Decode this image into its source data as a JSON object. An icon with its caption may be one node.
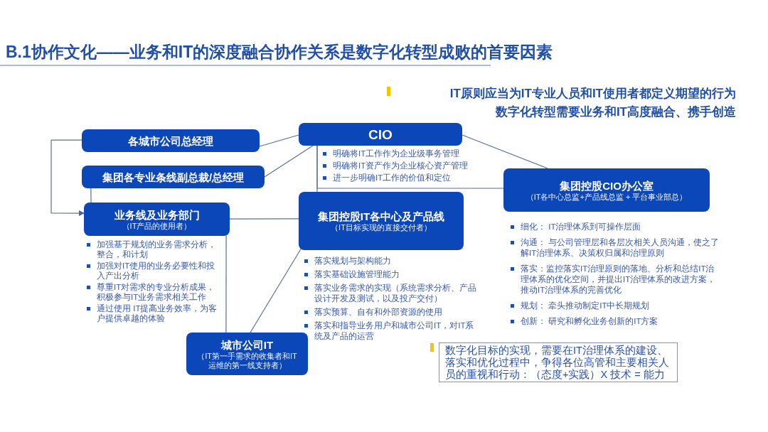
{
  "diagram": {
    "title": "B.1协作文化——业务和IT的深度融合协作关系是数字化转型成败的首要因素",
    "nodes": [
      {
        "text": [
          "各城市公司总经理"
        ]
      },
      {
        "text": [
          "CIO"
        ],
        "beside": [
          "明确将IT工作作为企业级事务管理",
          "明确将IT资产作为企业核心资产管理",
          "进一步明确IT工作的价值和定位"
        ]
      },
      {
        "text": [
          "集团各专业条线副总裁/总经理"
        ]
      },
      {
        "text": [
          "集团控股CIO办公室",
          "（IT各中心总监+产品线总监 + 平台事业部总）"
        ],
        "beside": [
          "细化： IT治理体系到可操作层面",
          "沟通： 与公司管理层和各层次相关人员沟通，使之了解IT治理体系、决策权归属和治理原则",
          "落实：监控落实IT治理原则的落地、分析和总结IT治理体系的优化空间，并提出IT治理体系的改进方案，推动IT治理体系的完善优化",
          "规划： 牵头推动制定IT中长期规划",
          "创新： 研究和孵化业务创新的IT方案"
        ]
      },
      {
        "text": [
          "业务线及业务部门",
          "（IT产品的使用者）"
        ],
        "beside": [
          "加强基于规划的业务需求分析，整合，和计划",
          "加强对IT使用的业务必要性和投入产出分析",
          "尊重IT对需求的专业分析成果，积极参与IT业务需求相关工作",
          "通过使用 IT提高业务效率，为客户提供卓越的体验"
        ]
      },
      {
        "text": [
          "集团控股IT各中心及产品线",
          "（IT目标实现的直接交付者）"
        ],
        "beside": [
          "落实规划与架构能力",
          "落实基础设施管理能力",
          "落实业务需求的实现（系统需求分析、产品设计开发及测试，以及投产交付）",
          "落实预算、自有和外部资源的使用",
          "落实和指导业务用户和城市公司IT，对IT系统及产品的运营"
        ]
      },
      {
        "text": [
          "城市公司IT",
          "（IT第一手需求的收集者和IT运维的第一线支持者）"
        ]
      },
      {
        "text": [
          "数字化目标的实现，需要在IT治理体系的建设、落实和优化过程中，争得各位高管和主要相关人员的重视和行动：（态度+实践）X 技术 = 能力"
        ]
      }
    ],
    "edges": [
      {
        "from": 0,
        "to": 1,
        "arrow": "none"
      },
      {
        "from": 2,
        "to": 1,
        "arrow": "none"
      },
      {
        "from": 1,
        "to": 3,
        "arrow": "none"
      },
      {
        "from": 0,
        "to": 4,
        "arrow": "to"
      },
      {
        "from": 2,
        "to": 4,
        "arrow": "none"
      },
      {
        "from": 4,
        "to": 5,
        "arrow": "none"
      },
      {
        "from": 1,
        "to": 5,
        "arrow": "none"
      },
      {
        "from": 1,
        "to": 3,
        "arrow": "none"
      },
      {
        "from": 6,
        "to": 5,
        "arrow": "none"
      },
      {
        "from": 4,
        "to": 6,
        "arrow": "none"
      }
    ],
    "labels": [
      "IT原则应当为IT专业人员和IT使用者都定义期望的行为",
      "数字化转型需要业务和IT高度融合、携手创造"
    ]
  }
}
